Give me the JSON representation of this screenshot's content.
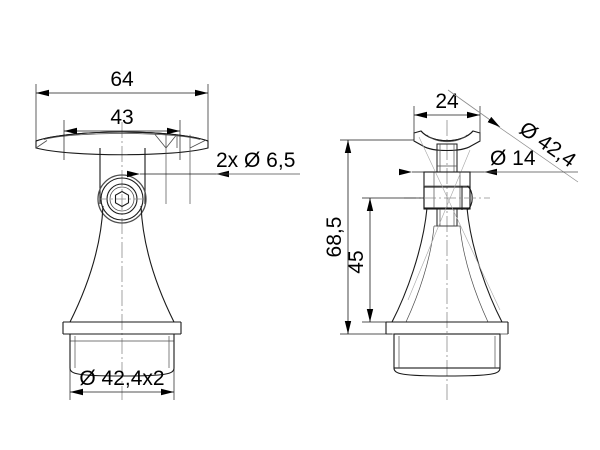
{
  "drawing": {
    "title": "Handrail bracket technical drawing",
    "type": "engineering-drawing",
    "units": "mm",
    "line_color": "#1a1a1a",
    "thin_line_color": "#4d4d4d",
    "center_line_color": "#8c8c8c",
    "background": "#ffffff",
    "views": [
      {
        "name": "front-view",
        "label": ""
      },
      {
        "name": "side-view",
        "label": ""
      }
    ]
  },
  "dimensions": {
    "overall_width": "64",
    "saddle_width": "43",
    "hole_callout": "2x Ø 6,5",
    "tube_callout": "Ø 42,4x2",
    "side_top_width": "24",
    "saddle_radius_callout": "Ø 42,4",
    "bore_callout": "Ø 14",
    "overall_height": "68,5",
    "lower_height": "45"
  },
  "symbols": {
    "diameter": "Ø",
    "multiply": "x",
    "decimal_separator": ","
  }
}
